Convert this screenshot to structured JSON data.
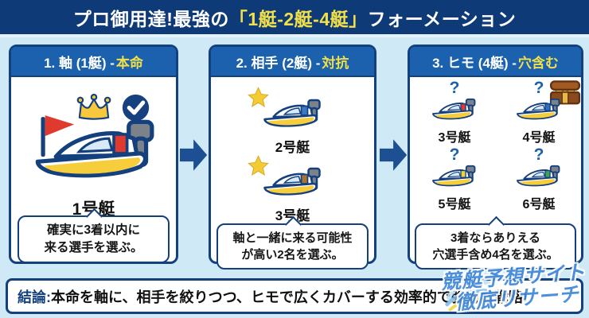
{
  "header": {
    "title_prefix": "プロ御用達!最強の",
    "title_highlight": "「1艇-2艇-4艇」",
    "title_suffix": "フォーメーション"
  },
  "panels": [
    {
      "title": "1. 軸 (1艇) - ",
      "title_accent": "本命",
      "badge_icons": [
        "crown-icon",
        "check-badge-icon",
        "flag-icon"
      ],
      "boats": [
        {
          "label": "1号艇",
          "stripe_color": "#e0392e"
        }
      ],
      "description_line1": "確実に3着以内に",
      "description_line2": "来る選手を選ぶ。"
    },
    {
      "title": "2. 相手 (2艇) - ",
      "title_accent": "対抗",
      "badge_icons": [
        "star-icon"
      ],
      "boats": [
        {
          "label": "2号艇",
          "stripe_color": "#3c79c4"
        },
        {
          "label": "3号艇",
          "stripe_color": "#a8742f"
        }
      ],
      "description_line1": "軸と一緒に来る可能性",
      "description_line2": "が高い2名を選ぶ。"
    },
    {
      "title": "3. ヒモ (4艇) - ",
      "title_accent": "穴含む",
      "badge_icons": [
        "question-mark",
        "treasure-chest-icon"
      ],
      "boats": [
        {
          "label": "3号艇",
          "stripe_color": "#e0392e",
          "badge": "?"
        },
        {
          "label": "4号艇",
          "stripe_color": "#2e6fc0",
          "badge": "?"
        },
        {
          "label": "5号艇",
          "stripe_color": "#edd23b",
          "badge": "?"
        },
        {
          "label": "6号艇",
          "stripe_color": "#3fa457",
          "badge": "?"
        }
      ],
      "description_line1": "3着ならありえる",
      "description_line2": "穴選手含め4名を選ぶ。"
    }
  ],
  "conclusion": {
    "label": "結論:",
    "text": "本命を軸に、相手を絞りつつ、ヒモで広くカバーする効率的で強力な戦略!"
  },
  "watermark": {
    "line1": "競艇予想サイト",
    "line2": "徹底リサーチ"
  },
  "colors": {
    "header_bg": "#0f3a78",
    "panel_header_bg": "#1b61ae",
    "accent_yellow": "#f2e04a",
    "background": "#cfe9f6",
    "border_navy": "#14407e",
    "arrow_blue": "#1d4f93",
    "question_blue": "#1b61ae",
    "boat_hull_yellow": "#f6cd3a",
    "motor_gray": "#7c828a",
    "flag_red": "#e0392e"
  }
}
